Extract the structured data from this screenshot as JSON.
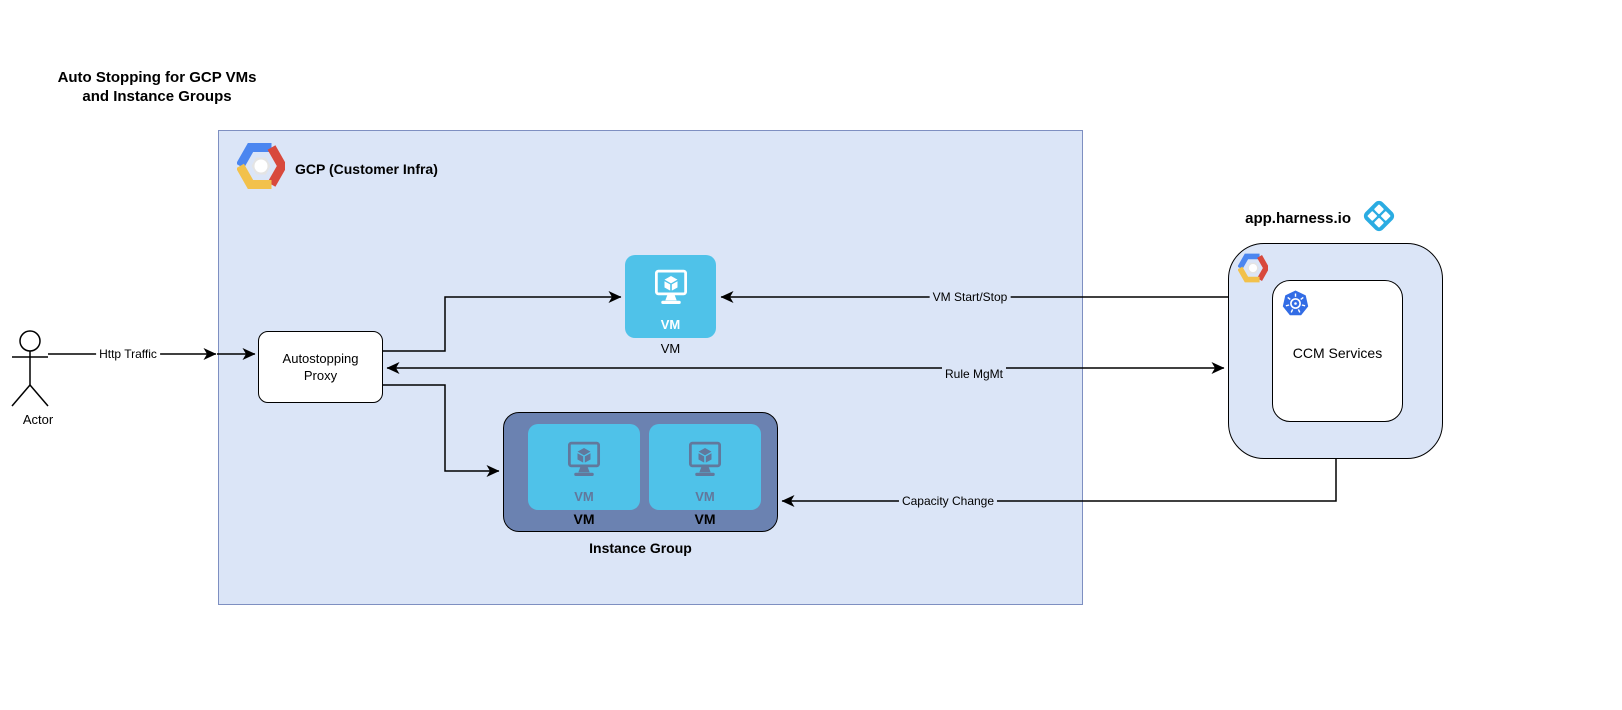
{
  "diagram_title": {
    "line1": "Auto Stopping for GCP VMs",
    "line2": "and Instance Groups"
  },
  "actor": {
    "label": "Actor"
  },
  "gcp_box": {
    "label": "GCP (Customer Infra)"
  },
  "proxy": {
    "line1": "Autostopping",
    "line2": "Proxy"
  },
  "vm_node": {
    "icon_text": "VM",
    "label": "VM"
  },
  "instance_group": {
    "label": "Instance Group",
    "vms": [
      {
        "icon_text": "VM",
        "label": "VM"
      },
      {
        "icon_text": "VM",
        "label": "VM"
      }
    ]
  },
  "harness": {
    "title": "app.harness.io",
    "ccm_label": "CCM Services"
  },
  "edges": {
    "http_traffic": "Http Traffic",
    "vm_start_stop": "VM Start/Stop",
    "rule_mgmt": "Rule MgMt",
    "capacity_change": "Capacity Change"
  },
  "icons": {
    "gcp": "gcp-hexagon-logo",
    "kubernetes": "kubernetes-helm-logo",
    "harness": "harness-ccm-logo",
    "vm": "vm-monitor-icon",
    "actor": "actor-stick-figure"
  },
  "colors": {
    "gcp_container_fill": "#dbe5f7",
    "gcp_container_border": "#7e8fc1",
    "vm_blue": "#4fc2e9",
    "instance_group_fill": "#6b82b1",
    "instance_group_glyph": "#62789c",
    "kubernetes_blue": "#326ce5",
    "harness_blue": "#2bace2",
    "gcp_logo_blue": "#4b86f0",
    "gcp_logo_red": "#d8493c",
    "gcp_logo_yellow": "#f2c14b",
    "line_color": "#000000"
  }
}
